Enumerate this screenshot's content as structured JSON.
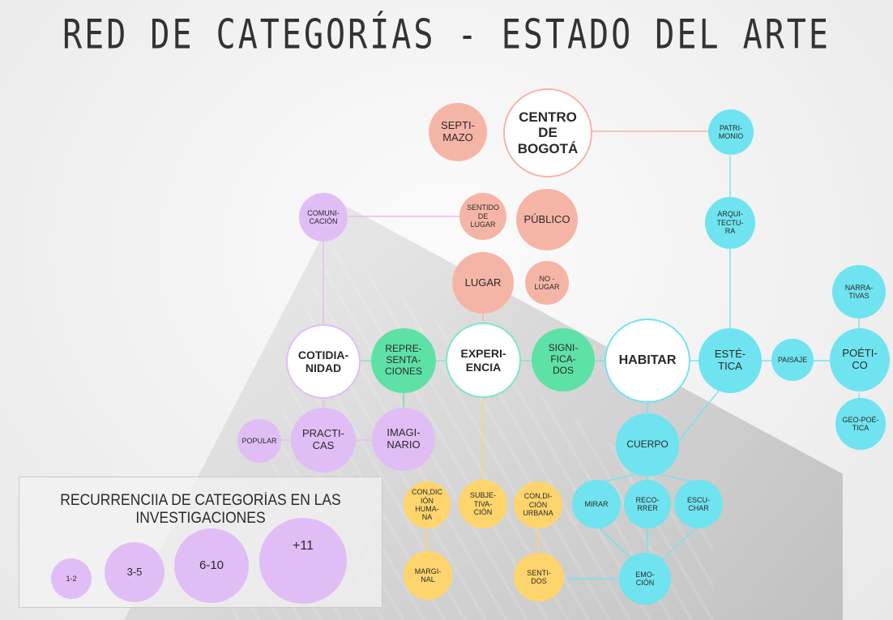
{
  "title": "RED DE CATEGORÍAS - ESTADO DEL ARTE",
  "colors": {
    "salmon": "#f5b5a6",
    "lilac": "#e1bdf5",
    "green": "#5ee1a4",
    "cyan": "#6fe3ef",
    "yellow": "#fdd56c"
  },
  "nodes": {
    "centro": "CENTRO\nDE\nBOGOTÁ",
    "septimazo": "SEPTI-\nMAZO",
    "sentido_lugar": "SENTIDO\nDE\nLUGAR",
    "publico": "PÚBLICO",
    "lugar": "LUGAR",
    "no_lugar": "NO -\nLUGAR",
    "comunicacion": "COMUNI-\nCACIÓN",
    "patrimonio": "PATRI-\nMONIO",
    "arquitectura": "ARQUI-\nTECTU-\nRA",
    "narrativas": "NARRA-\nTIVAS",
    "cotidianidad": "COTIDIA-\nNIDAD",
    "representaciones": "REPRE-\nSENTA-\nCIONES",
    "experiencia": "EXPERI-\nENCIA",
    "significados": "SIGNI-\nFICA-\nDOS",
    "habitar": "HABITAR",
    "estetica": "ESTÉ-\nTICA",
    "paisaje": "PAISAJE",
    "poetico": "POÉTI-\nCO",
    "geopoetica": "GEO-POÉ-\nTICA",
    "popular": "POPULAR",
    "practicas": "PRACTI-\nCAS",
    "imaginario": "IMAGI-\nNARIO",
    "cuerpo": "CUERPO",
    "condicion_humana": "CON,DIC\nIÓN\nHUMA-\nNA",
    "subjetivacion": "SUBJE-\nTIVA-\nCIÓN",
    "condicion_urbana": "CON,DI-\nCIÓN\nURBANA",
    "mirar": "MIRAR",
    "recorrer": "RECO-\nRRER",
    "escuchar": "ESCU-\nCHAR",
    "marginal": "MARGI-\nNAL",
    "sentidos": "SENTI-\nDOS",
    "emocion": "EMO-\nCIÓN"
  },
  "legend": {
    "title": "RECURRENCIIA DE CATEGORÍAS EN LAS INVESTIGACIONES",
    "sizes": [
      "1-2",
      "3-5",
      "6-10",
      "+11"
    ]
  }
}
